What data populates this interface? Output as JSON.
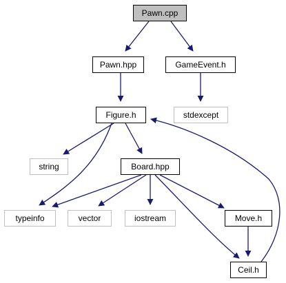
{
  "diagram": {
    "edge_color": "#191970",
    "nodes": [
      {
        "id": "pawn_cpp",
        "label": "Pawn.cpp",
        "kind": "current"
      },
      {
        "id": "pawn_hpp",
        "label": "Pawn.hpp",
        "kind": "normal"
      },
      {
        "id": "gameevent_h",
        "label": "GameEvent.h",
        "kind": "normal"
      },
      {
        "id": "stdexcept",
        "label": "stdexcept",
        "kind": "external"
      },
      {
        "id": "figure_h",
        "label": "Figure.h",
        "kind": "normal"
      },
      {
        "id": "string",
        "label": "string",
        "kind": "external"
      },
      {
        "id": "board_hpp",
        "label": "Board.hpp",
        "kind": "normal"
      },
      {
        "id": "typeinfo",
        "label": "typeinfo",
        "kind": "external"
      },
      {
        "id": "vector",
        "label": "vector",
        "kind": "external"
      },
      {
        "id": "iostream",
        "label": "iostream",
        "kind": "external"
      },
      {
        "id": "move_h",
        "label": "Move.h",
        "kind": "normal"
      },
      {
        "id": "ceil_h",
        "label": "Ceil.h",
        "kind": "normal"
      }
    ],
    "edges": [
      {
        "from": "pawn_cpp",
        "to": "pawn_hpp"
      },
      {
        "from": "pawn_cpp",
        "to": "gameevent_h"
      },
      {
        "from": "pawn_hpp",
        "to": "figure_h"
      },
      {
        "from": "gameevent_h",
        "to": "stdexcept"
      },
      {
        "from": "figure_h",
        "to": "string"
      },
      {
        "from": "figure_h",
        "to": "typeinfo"
      },
      {
        "from": "figure_h",
        "to": "board_hpp"
      },
      {
        "from": "board_hpp",
        "to": "typeinfo"
      },
      {
        "from": "board_hpp",
        "to": "vector"
      },
      {
        "from": "board_hpp",
        "to": "iostream"
      },
      {
        "from": "board_hpp",
        "to": "move_h"
      },
      {
        "from": "board_hpp",
        "to": "ceil_h"
      },
      {
        "from": "move_h",
        "to": "ceil_h"
      },
      {
        "from": "ceil_h",
        "to": "figure_h"
      }
    ]
  }
}
